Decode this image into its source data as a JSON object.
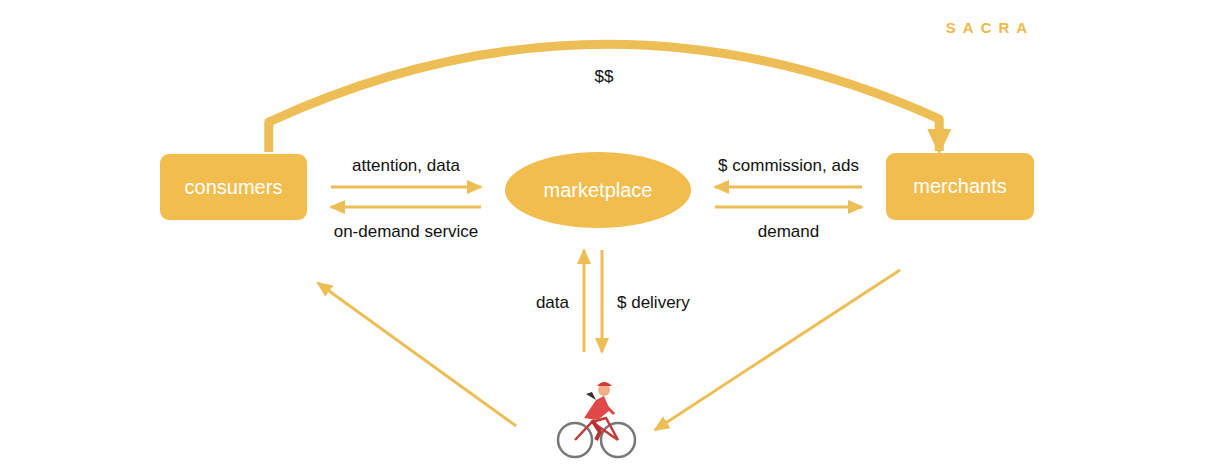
{
  "diagram": {
    "nodes": [
      {
        "text": [
          "consumers"
        ]
      },
      {
        "text": [
          "marketplace"
        ]
      },
      {
        "text": [
          "merchants"
        ]
      }
    ],
    "edges": [
      {
        "from": 0,
        "to": 2,
        "label": "$$",
        "arrow": "to"
      },
      {
        "from": 0,
        "to": 1,
        "label": "attention, data",
        "arrow": "to"
      },
      {
        "from": 1,
        "to": 0,
        "label": "on-demand service",
        "arrow": "to"
      },
      {
        "from": 2,
        "to": 1,
        "label": "$ commission, ads",
        "arrow": "to"
      },
      {
        "from": 1,
        "to": 2,
        "label": "demand",
        "arrow": "to"
      }
    ],
    "labels": [
      "SACRA",
      "data",
      "$ delivery"
    ]
  }
}
